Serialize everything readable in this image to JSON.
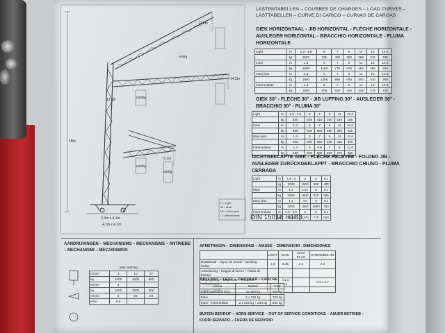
{
  "header": {
    "title_lines": [
      "LASTENTABELLEN – COURBES DE CHARGES – LOAD CURVES –",
      "LASTTABELLEN – CURVE DI CARICO – CURVAS DE CARGAS"
    ]
  },
  "horizontal_jib": {
    "heading_lines": [
      "GIEK HORIZONTAAL - JIB HORIZONTAL - FLÈCHE HORIZONTALE -",
      "AUSLEGER HORIZONTAL - BRACCHIO HORIZONTALE - PLUMA",
      "HORIZONTALE"
    ],
    "rows": [
      [
        "Light",
        "m",
        "1.3 - 2.8",
        "5",
        "7",
        "9",
        "11",
        "13",
        "14.5"
      ],
      [
        "",
        "kg",
        "1500",
        "725",
        "480",
        "350",
        "268",
        "215",
        "185"
      ],
      [
        "maxi",
        "m",
        "1.3",
        "5",
        "7",
        "9",
        "11",
        "13",
        "14.5"
      ],
      [
        "",
        "kg",
        "1500",
        "1160",
        "775",
        "570",
        "450",
        "365",
        "320"
      ],
      [
        "maxi plus",
        "m",
        "1.3",
        "5",
        "7",
        "9",
        "11",
        "13",
        "14.5"
      ],
      [
        "",
        "kg",
        "1500",
        "1288",
        "860",
        "640",
        "500",
        "410",
        "360"
      ],
      [
        "Intermediate",
        "m",
        "1.3",
        "5",
        "7",
        "9",
        "11",
        "13",
        "14.5"
      ],
      [
        "",
        "kg",
        "1500",
        "905",
        "600",
        "440",
        "345",
        "275",
        "240"
      ]
    ]
  },
  "jib_30": {
    "heading_lines": [
      "GIEK 30° - FLÈCHE 30° - JIB LUFFING 30° - AUSLEGER 30° -",
      "BRACCHIO 30° - PLUMA 30°"
    ],
    "rows": [
      [
        "Light",
        "m",
        "1.3 - 4.8",
        "5",
        "7",
        "9",
        "11",
        "12.6"
      ],
      [
        "",
        "kg",
        "650",
        "635",
        "415",
        "300",
        "225",
        "185"
      ],
      [
        "maxi",
        "m",
        "1.3",
        "5",
        "7",
        "9",
        "11",
        "12.6"
      ],
      [
        "",
        "kg",
        "650",
        "650",
        "650",
        "500",
        "385",
        "320"
      ],
      [
        "Maxi plus",
        "m",
        "1.3",
        "5",
        "7",
        "9",
        "11",
        "12.6"
      ],
      [
        "",
        "kg",
        "650",
        "650",
        "650",
        "535",
        "430",
        "360"
      ],
      [
        "Intermediate",
        "m",
        "1.3",
        "5",
        "5.8",
        "7",
        "9",
        "12.6"
      ],
      [
        "",
        "kg",
        "650",
        "650",
        "650",
        "520",
        "375",
        "240"
      ]
    ]
  },
  "folded_jib": {
    "heading_lines": [
      "DICHTGEKLAPTE GIEK - FLÈCHE RELEVÉE - FOLDED JIB -",
      "AUSLEGER ZURÜCKGEKLAPPT - BRACCHIO CHIUSO - PLUMA",
      "CERRADA"
    ],
    "rows": [
      [
        "Light",
        "m",
        "1.3 - 3",
        "4",
        "6",
        "8.1"
      ],
      [
        "",
        "kg",
        "1500",
        "1500",
        "600",
        "430"
      ],
      [
        "Maxi",
        "m",
        "1.1",
        "4.21",
        "5",
        "8.1"
      ],
      [
        "",
        "kg",
        "1500",
        "1500",
        "875",
        "685"
      ],
      [
        "Maxi plus",
        "m",
        "1.1",
        "4.6",
        "6",
        "8.1"
      ],
      [
        "",
        "kg",
        "1500",
        "1500",
        "1080",
        "750"
      ],
      [
        "Intermediate",
        "m",
        "1.3 - 3.5",
        "4",
        "6",
        "8.1"
      ],
      [
        "",
        "kg",
        "1500",
        "1275",
        "770",
        "530"
      ]
    ]
  },
  "din_label": "DIN 15018 H1B3",
  "mechanisms": {
    "heading_lines": [
      "AANDRIJVINGEN – MECHANISMS – MECHANISMS – ANTRIEBE",
      "– MECHANISMI – MECANISMOS"
    ],
    "max_label": "Max 1500 kg",
    "rows": [
      [
        "m/min",
        "3",
        "10",
        "27"
      ],
      [
        "kg",
        "1500",
        "1500",
        "600"
      ],
      [
        "m/min",
        "3",
        "",
        ""
      ],
      [
        "kg",
        "1500",
        "1500",
        "600"
      ],
      [
        "m/min",
        "0",
        "15",
        "24"
      ],
      [
        "t/min",
        "0.6",
        "",
        ""
      ]
    ]
  },
  "dimensions": {
    "heading": "AFMETINGEN – DIMENSIONS – MASSE – DIMENSIONI - DIMENSIONES",
    "col_headers": [
      "LIGHT",
      "MAXI",
      "MAXI PLUS",
      "INTERMEDIATE"
    ],
    "rows": [
      [
        "Draaistraal – rayon de travail – Working radius",
        "2.2",
        "2.25",
        "2.3",
        "2.3"
      ],
      [
        "Asbelasting – Raggio di lavoro – Radio de trabajo",
        "",
        "",
        "",
        ""
      ],
      [
        "Afstempeling – Empreinte – Footprint – Aufbaubreite",
        "",
        "4.1 x 4.1",
        "",
        "4.3 x 4.7"
      ],
      [
        "Orma – Huella",
        "",
        "",
        "",
        ""
      ]
    ]
  },
  "ballast": {
    "heading": "BALLAST – LEST – ZAVORRA – LASTRE",
    "col_headers": [
      "Versie",
      "Ballast",
      "Total"
    ],
    "rows": [
      [
        "Light (Standard incl)",
        "2x 250 kg",
        "250 kg"
      ],
      [
        "Maxi",
        "2 x 225 kg",
        "700 kg"
      ],
      [
        "Maxi - Intermediate",
        "2 x 225 kg + 230 kg",
        "830 kg"
      ]
    ]
  },
  "out_of_service": {
    "heading_lines": [
      "BUITEN BEDRIJF – HORS SERVICE – OUT OF SERVICE CONDITIONS – AßUER BETRIEB –",
      "FUORI SERVIZIO – FUERA DE SERVIZIO"
    ]
  },
  "diagram": {
    "dim_labels": [
      "14.5m",
      "12.6m",
      "8.1m",
      "18m",
      "13.8m",
      "3.3m x 4.1m",
      "4.1m x 4.1m"
    ],
    "weight_tags": [
      "600kg",
      "1500kg",
      "1500kg",
      "500kg"
    ],
    "legend": [
      "L = Light",
      "M = Maxi",
      "M+ = Maxi plus",
      "I = Intermediate"
    ]
  },
  "colors": {
    "plate": "#e3e5e6",
    "frame_red": "#b42126",
    "wall": "#cfd2d3",
    "line": "#333333"
  }
}
